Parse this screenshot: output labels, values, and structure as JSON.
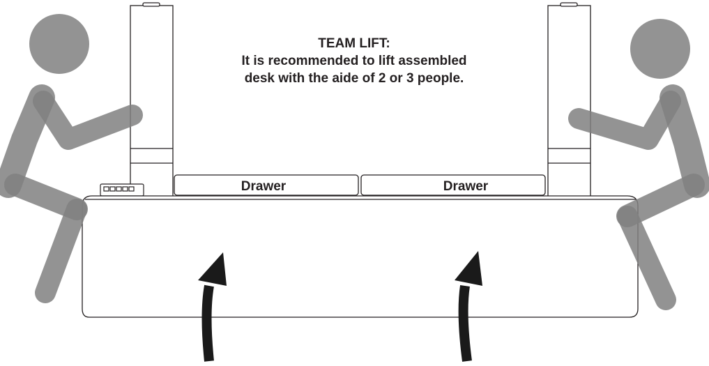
{
  "notice": {
    "title": "TEAM LIFT:",
    "line1": "It is recommended to lift assembled",
    "line2": "desk with the aide of 2 or 3 people."
  },
  "drawers": [
    {
      "label": "Drawer"
    },
    {
      "label": "Drawer"
    }
  ],
  "colors": {
    "person": "#808080",
    "outline": "#231f20",
    "arrow": "#1a1a1a"
  }
}
